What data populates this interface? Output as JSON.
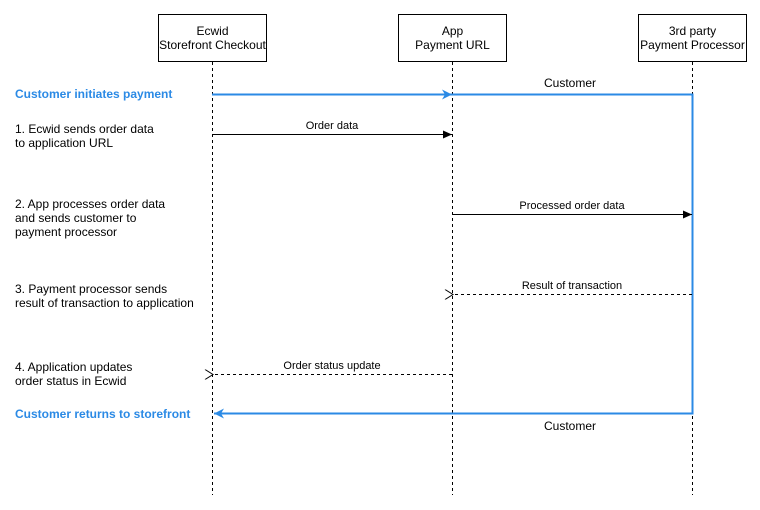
{
  "actors": {
    "ecwid": {
      "line1": "Ecwid",
      "line2": "Storefront Checkout"
    },
    "app": {
      "line1": "App",
      "line2": "Payment URL"
    },
    "processor": {
      "line1": "3rd party",
      "line2": "Payment Processor"
    }
  },
  "steps": {
    "initiate": "Customer initiates payment",
    "s1": [
      "1. Ecwid sends order data",
      "to application URL"
    ],
    "s2": [
      "2. App processes order data",
      "and sends customer to",
      "payment processor"
    ],
    "s3": [
      "3. Payment processor sends",
      "result of transaction to application"
    ],
    "s4": [
      "4. Application updates",
      "order status in Ecwid"
    ],
    "return": "Customer returns to storefront"
  },
  "messages": {
    "customer_to_processor": "Customer",
    "order_data": "Order data",
    "processed_order_data": "Processed order data",
    "result_of_transaction": "Result of transaction",
    "order_status_update": "Order status update",
    "customer_return": "Customer"
  },
  "colors": {
    "customer_flow": "#2b8ae5",
    "line": "#000000"
  }
}
